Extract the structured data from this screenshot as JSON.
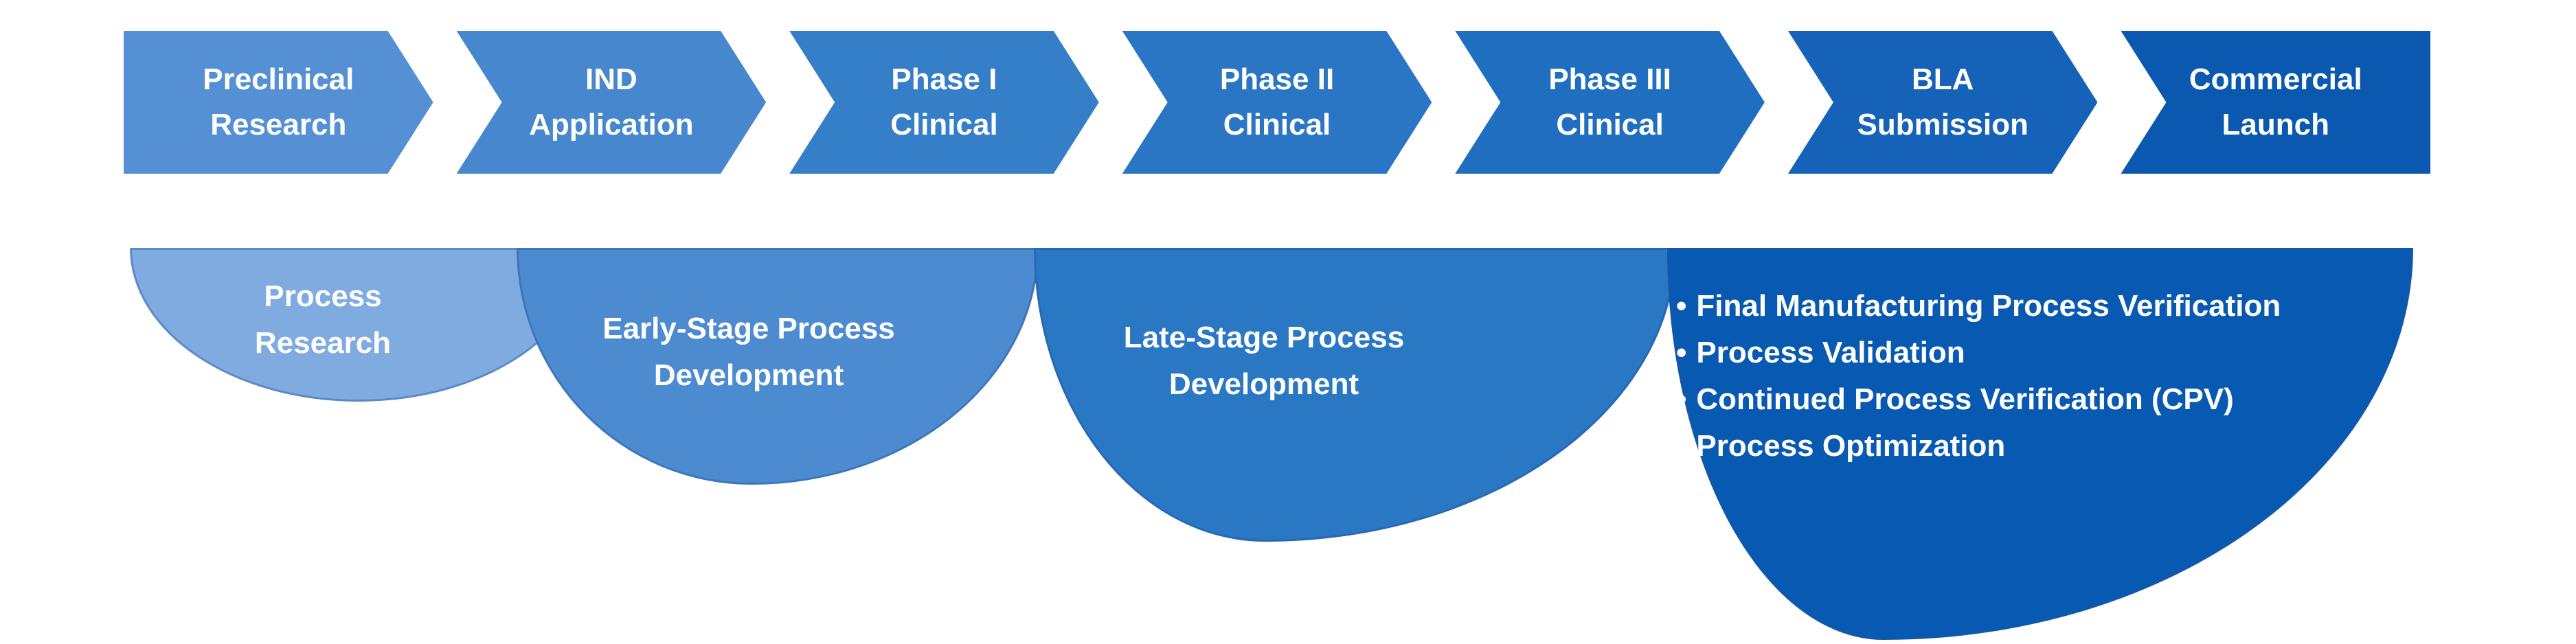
{
  "background": "#ffffff",
  "text_color": "#ffffff",
  "pipeline": {
    "stages": [
      {
        "label": "Preclinical\nResearch",
        "color": "#5490d3"
      },
      {
        "label": "IND\nApplication",
        "color": "#4687cd"
      },
      {
        "label": "Phase I\nClinical",
        "color": "#357ec8"
      },
      {
        "label": "Phase II\nClinical",
        "color": "#2a76c4"
      },
      {
        "label": "Phase III\nClinical",
        "color": "#1f6ec0"
      },
      {
        "label": "BLA\nSubmission",
        "color": "#1562b8"
      },
      {
        "label": "Commercial\nLaunch",
        "color": "#0b58b0"
      }
    ]
  },
  "process_layers": {
    "layer1": {
      "label": "Process\nResearch",
      "color": "#7fabe0"
    },
    "layer2": {
      "label": "Early-Stage Process\nDevelopment",
      "color": "#4d8bd0"
    },
    "layer3": {
      "label": "Late-Stage Process\nDevelopment",
      "color": "#2a77c4"
    },
    "layer4": {
      "color": "#0859b2",
      "bullet_marker": "•",
      "bullets": [
        "Final Manufacturing Process Verification",
        "Process Validation",
        "Continued Process Verification (CPV)",
        "Process Optimization"
      ]
    }
  }
}
